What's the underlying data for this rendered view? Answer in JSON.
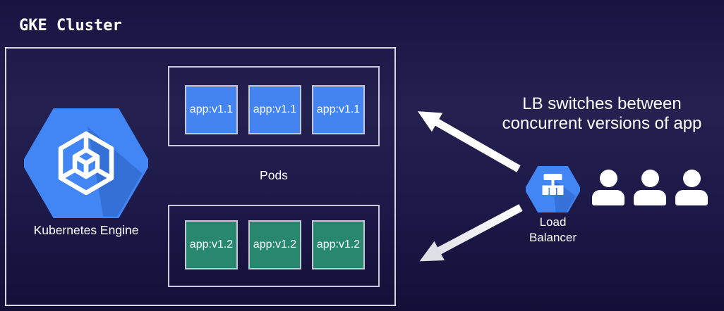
{
  "title": "GKE Cluster",
  "cluster": {
    "kubernetes_engine_label": "Kubernetes Engine",
    "pods_label": "Pods",
    "pod_groups": [
      {
        "version_label": "app:v1.1",
        "count": 3,
        "fill_color": "#4484f0"
      },
      {
        "version_label": "app:v1.2",
        "count": 3,
        "fill_color": "#28886f"
      }
    ]
  },
  "load_balancer": {
    "label_line1": "Load",
    "label_line2": "Balancer"
  },
  "annotation": {
    "line1": "LB switches between",
    "line2": "concurrent versions of app"
  },
  "users_count": 3,
  "icons": {
    "kubernetes_engine": "kubernetes-engine-hexagon-icon",
    "load_balancer": "load-balancer-hexagon-icon",
    "user": "user-icon",
    "arrows": [
      "arrow-to-v11-icon",
      "arrow-to-v12-icon"
    ]
  },
  "colors": {
    "background": "#1c1848",
    "box_border": "#d6d7e1",
    "app_v11_blue": "#4484f0",
    "app_v12_green": "#28886f",
    "gcp_hexagon_blue": "#4285f4",
    "text": "#ffffff"
  }
}
